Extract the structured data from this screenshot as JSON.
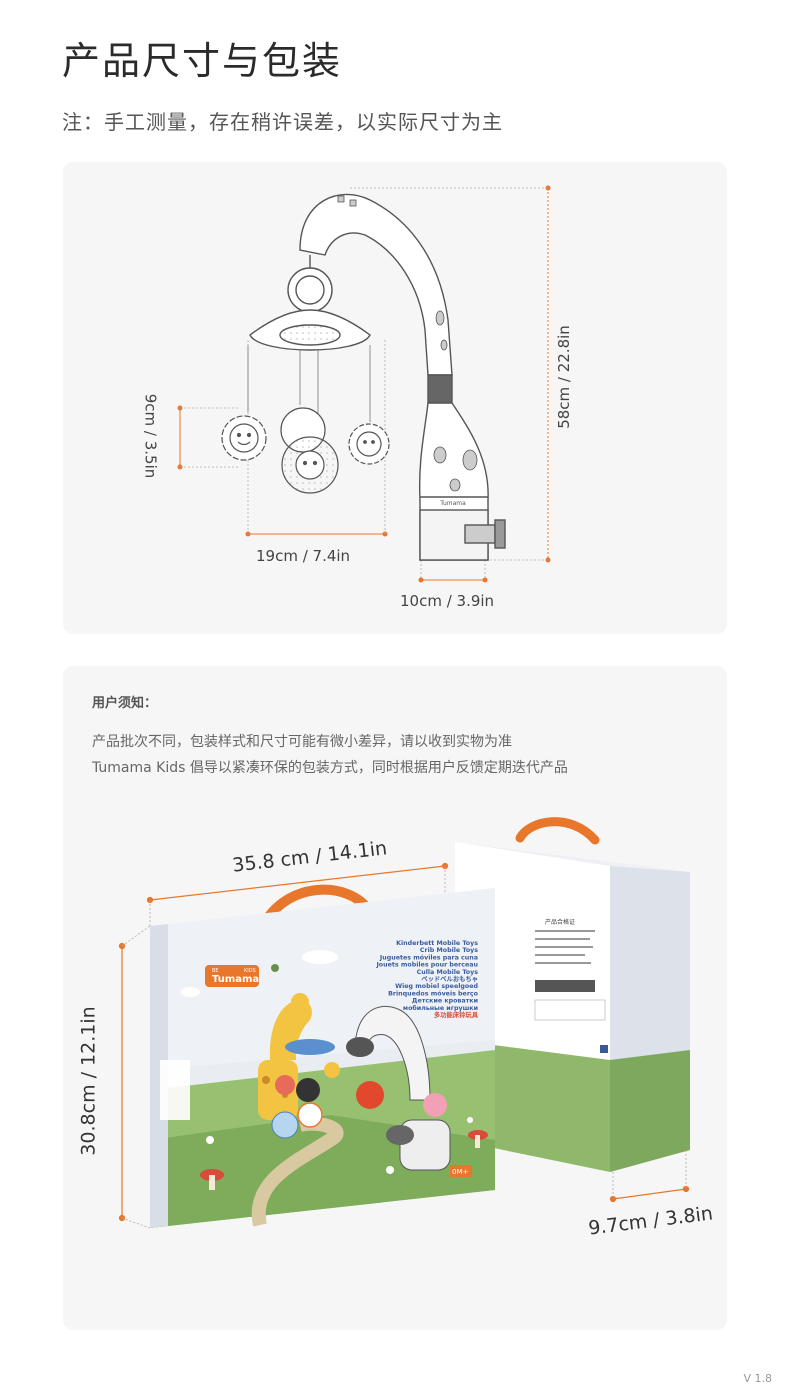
{
  "header": {
    "title": "产品尺寸与包装",
    "subtitle": "注：手工测量，存在稍许误差，以实际尺寸为主"
  },
  "product_dimensions": {
    "toy_height": "9cm / 3.5in",
    "toy_span": "19cm / 7.4in",
    "total_height": "58cm / 22.8in",
    "clamp_width": "10cm / 3.9in",
    "clamp_brand": "Tumama"
  },
  "notice": {
    "title": "用户须知：",
    "line1": "产品批次不同，包装样式和尺寸可能有微小差异，请以收到实物为准",
    "line2": "Tumama Kids 倡导以紧凑环保的包装方式，同时根据用户反馈定期迭代产品"
  },
  "package_dimensions": {
    "width": "35.8 cm / 14.1in",
    "height": "30.8cm / 12.1in",
    "depth": "9.7cm / 3.8in"
  },
  "box": {
    "brand": "Tumama",
    "brand_tag": "KIDS",
    "brand_prefix": "BE",
    "names": [
      "Kinderbett Mobile Toys",
      "Crib Mobile Toys",
      "Juguetes móviles para cuna",
      "Jouets mobiles pour berceau",
      "Culla Mobile Toys",
      "ベッドベルおもちゃ",
      "Wieg mobiel speelgoed",
      "Brinquedos móveis berço",
      "Детские кроватки",
      "мобильные игрушки",
      "多功能床铃玩具"
    ],
    "age_badge": "0M+",
    "side_title": "产品合格证"
  },
  "colors": {
    "accent": "#e8762b",
    "card_bg": "#f6f6f6",
    "line": "#555555"
  },
  "footer": {
    "version": "V 1.8"
  }
}
